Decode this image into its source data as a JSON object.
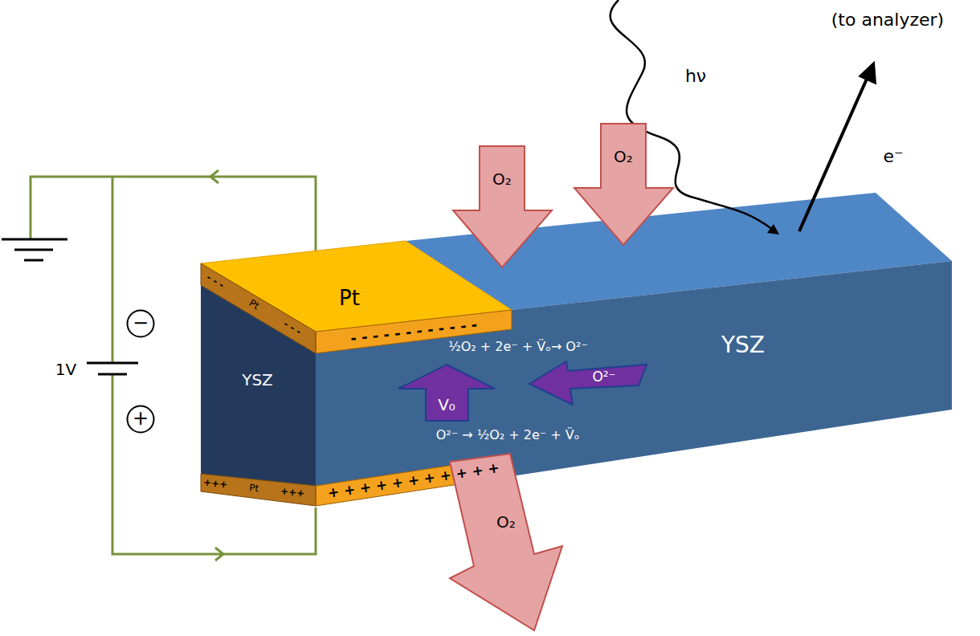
{
  "diagram": {
    "nodes": [
      {
        "text": [
          "Pt"
        ]
      },
      {
        "text": [
          "YSZ"
        ]
      },
      {
        "text": [
          "YSZ"
        ]
      },
      {
        "text": [
          "O₂"
        ]
      },
      {
        "text": [
          "O₂"
        ]
      },
      {
        "text": [
          "O₂"
        ]
      },
      {
        "text": [
          "V₀"
        ]
      },
      {
        "text": [
          "O²⁻"
        ]
      },
      {
        "text": [
          "−"
        ]
      },
      {
        "text": [
          "+"
        ]
      }
    ],
    "labels": [
      "(to analyzer)",
      "hν",
      "e⁻",
      "1V",
      "½O₂ + 2e⁻ + V̈ₒ→ O²⁻",
      "O²⁻ → ½O₂ + 2e⁻ + V̈ₒ",
      "- - - - - - - - - - - -",
      "+ + + + + + + + + + +",
      "- - -",
      "Pt",
      "- - -",
      "+++",
      "Pt",
      "+++"
    ]
  }
}
